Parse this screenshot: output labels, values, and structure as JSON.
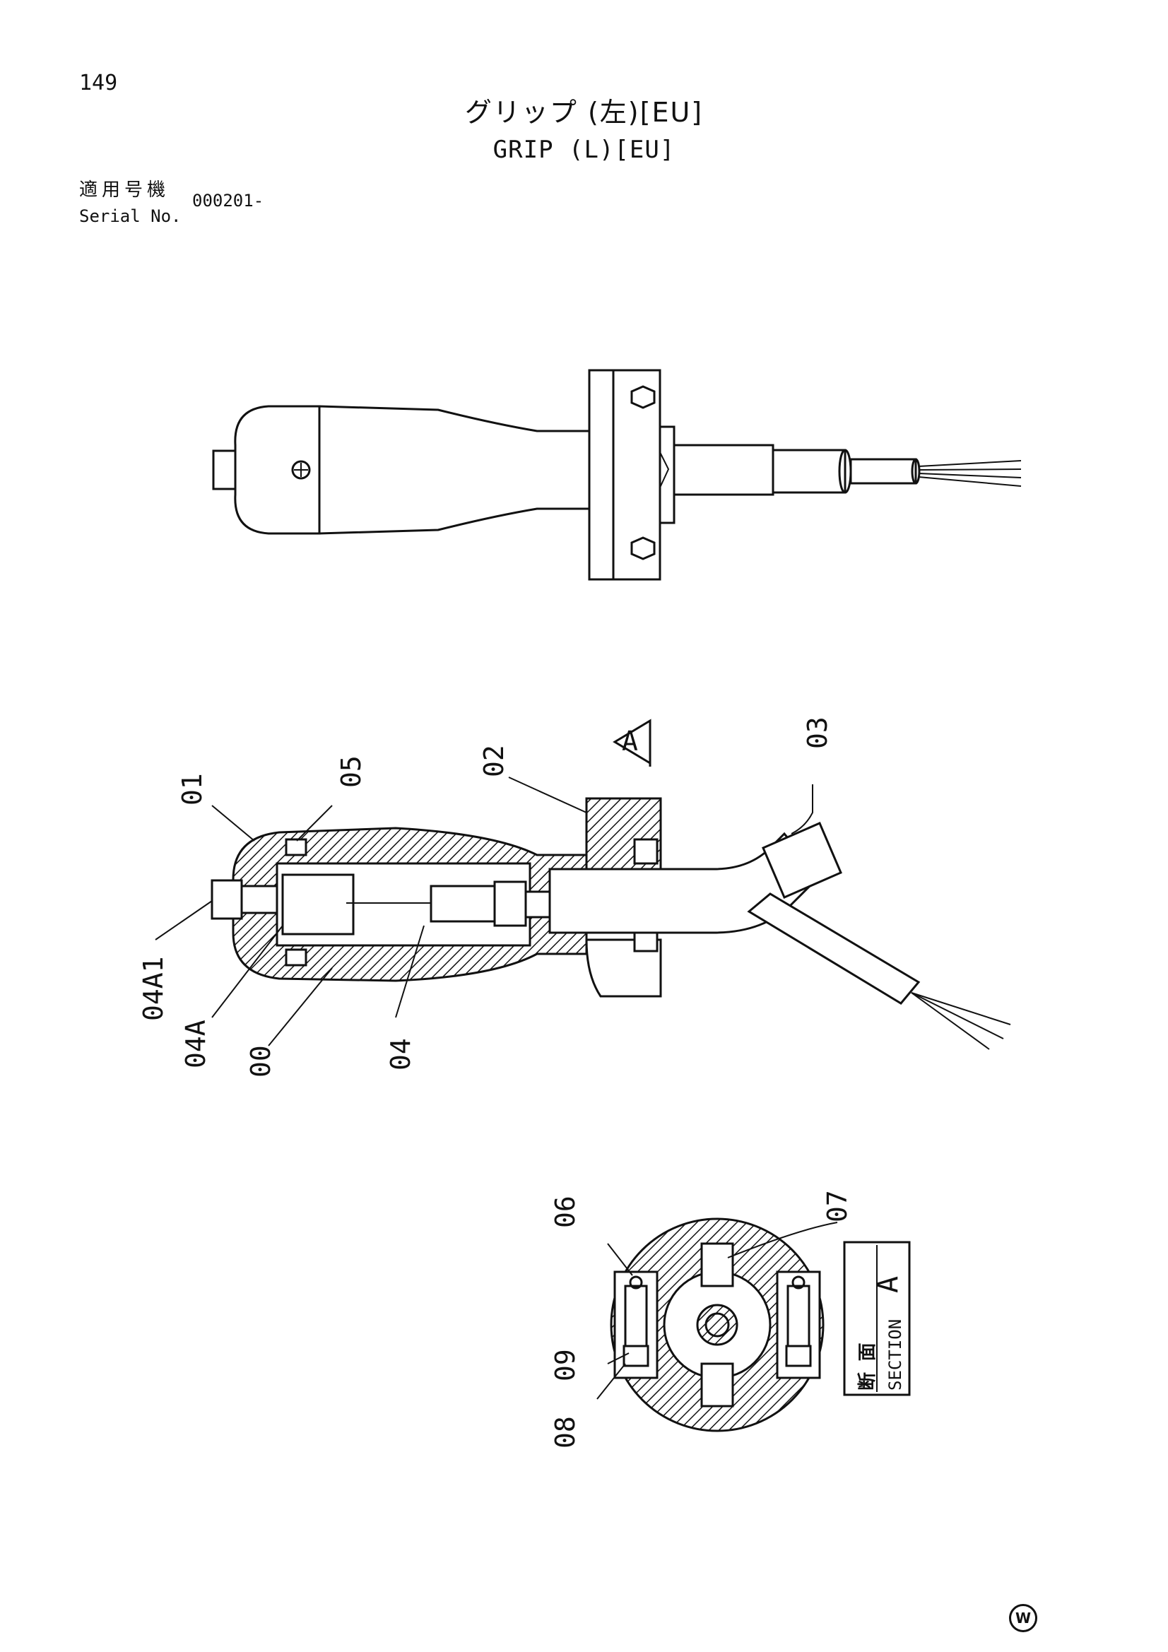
{
  "page": {
    "number": "149",
    "title_jp": "グリップ (左)[EU]",
    "title_en": "GRIP (L)[EU]",
    "serial_label_jp": "適用号機",
    "serial_label_en": "Serial No.",
    "serial_value": "000201-"
  },
  "diagram": {
    "part_labels": [
      "01",
      "05",
      "02",
      "03",
      "04A1",
      "04A",
      "00",
      "04",
      "06",
      "07",
      "09",
      "08"
    ],
    "view_marker": "A",
    "section_box": {
      "kanji": "断 面",
      "letter": "A",
      "caption": "SECTION"
    },
    "corner_mark": "W"
  }
}
